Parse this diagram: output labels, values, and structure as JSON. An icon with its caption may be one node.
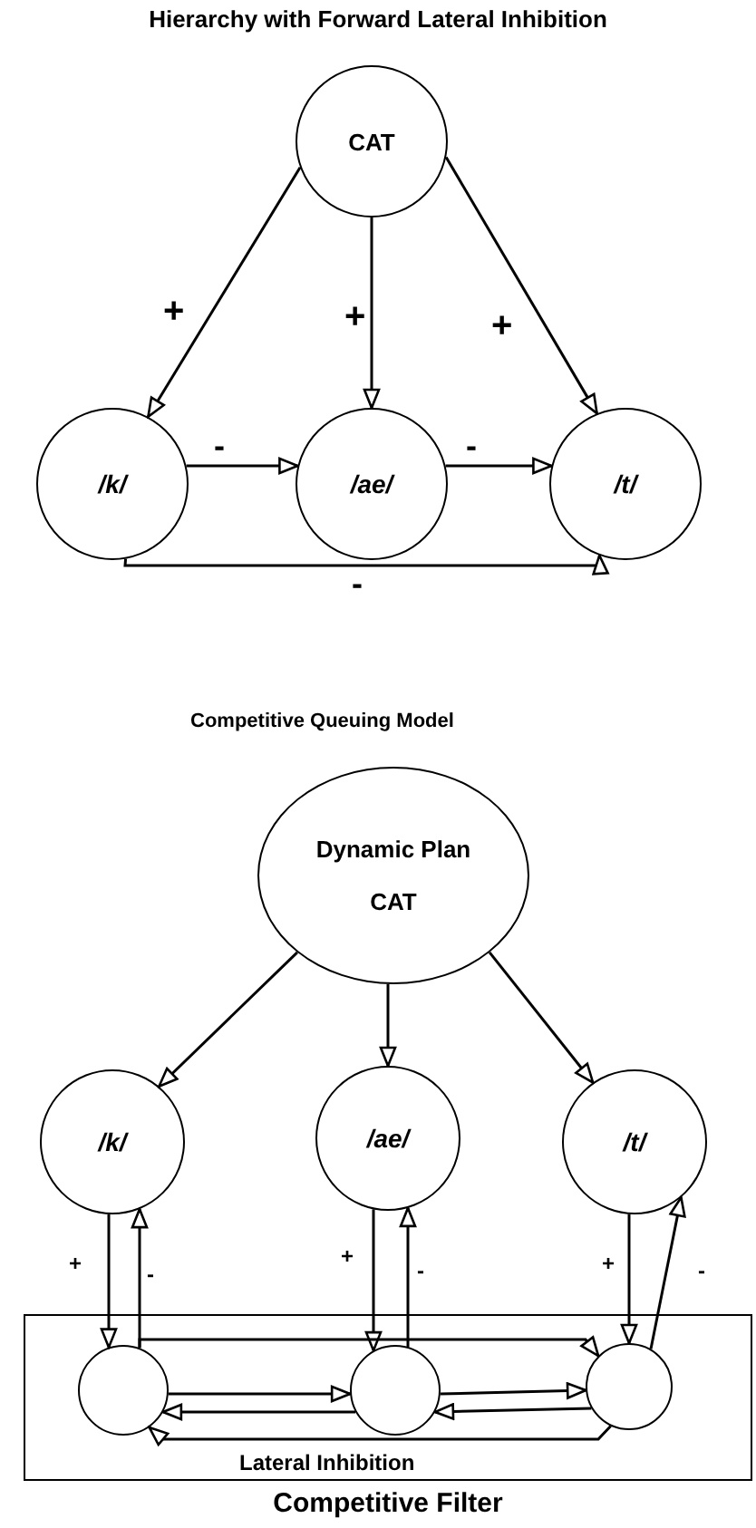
{
  "diagram": {
    "title": "Hierarchy with Forward Lateral Inhibition",
    "nodes": [
      {
        "text": [
          "CAT"
        ]
      },
      {
        "text": [
          "/k/"
        ]
      },
      {
        "text": [
          "/ae/"
        ]
      },
      {
        "text": [
          "/t/"
        ]
      },
      {
        "text": [
          "Dynamic Plan",
          "CAT"
        ]
      },
      {
        "text": [
          "/k/"
        ]
      },
      {
        "text": [
          "/ae/"
        ]
      },
      {
        "text": [
          "/t/"
        ]
      },
      {
        "text": [
          "Competitive Filter"
        ]
      },
      {
        "text": [],
        "shape": "circle",
        "in": 8
      },
      {
        "text": [],
        "shape": "circle",
        "in": 8
      },
      {
        "text": [],
        "shape": "circle",
        "in": 8
      }
    ],
    "edges": [
      {
        "from": 0,
        "to": 1,
        "arrow": "to",
        "label": "+"
      },
      {
        "from": 0,
        "to": 2,
        "arrow": "to",
        "label": "+"
      },
      {
        "from": 0,
        "to": 3,
        "arrow": "to",
        "label": "+"
      },
      {
        "from": 1,
        "to": 2,
        "arrow": "to",
        "label": "-"
      },
      {
        "from": 2,
        "to": 3,
        "arrow": "to",
        "label": "-"
      },
      {
        "from": 1,
        "to": 3,
        "arrow": "to",
        "label": "-"
      },
      {
        "from": 4,
        "to": 5,
        "arrow": "to"
      },
      {
        "from": 4,
        "to": 6,
        "arrow": "to"
      },
      {
        "from": 4,
        "to": 7,
        "arrow": "to"
      },
      {
        "from": 5,
        "to": 9,
        "arrow": "to",
        "label": "+"
      },
      {
        "from": 9,
        "to": 5,
        "arrow": "to",
        "label": "-"
      },
      {
        "from": 6,
        "to": 10,
        "arrow": "to",
        "label": "+"
      },
      {
        "from": 10,
        "to": 6,
        "arrow": "to",
        "label": "-"
      },
      {
        "from": 7,
        "to": 11,
        "arrow": "to",
        "label": "+"
      },
      {
        "from": 11,
        "to": 7,
        "arrow": "to",
        "label": "-"
      },
      {
        "from": 9,
        "to": 10,
        "arrow": "to"
      },
      {
        "from": 10,
        "to": 11,
        "arrow": "to"
      },
      {
        "from": 9,
        "to": 11,
        "arrow": "to"
      },
      {
        "from": 10,
        "to": 9,
        "arrow": "to"
      },
      {
        "from": 11,
        "to": 10,
        "arrow": "to"
      },
      {
        "from": 11,
        "to": 9,
        "arrow": "to"
      }
    ],
    "labels": [
      "Competitive Queuing Model",
      "Lateral Inhibition"
    ]
  }
}
